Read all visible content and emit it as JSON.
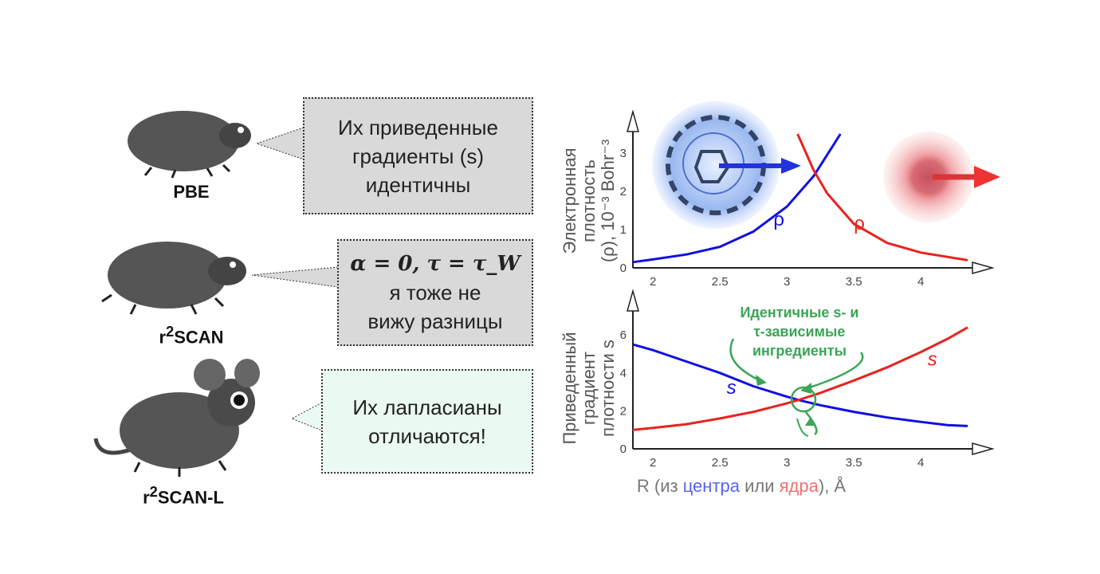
{
  "methods": [
    {
      "name": "PBE",
      "bubble": [
        "Их приведенные",
        "градиенты (s)",
        "идентичны"
      ]
    },
    {
      "name_base": "r",
      "name_sup": "2",
      "name_rest": "SCAN",
      "bubble": [
        "α = 0, τ = τ_W",
        "я тоже не",
        "вижу разницы"
      ]
    },
    {
      "name_base": "r",
      "name_sup": "2",
      "name_rest": "SCAN-L",
      "bubble": [
        "Их лапласианы",
        "отличаются!"
      ]
    }
  ],
  "colors": {
    "blue": "#1010e0",
    "red": "#e8231e",
    "green": "#3aa556",
    "bubble_gray": "#d9d9d9",
    "bubble_green": "#ebfaf0"
  },
  "chart_data": [
    {
      "type": "line",
      "ylabel": [
        "Электронная",
        "плотность",
        "(ρ), 10⁻³ Bohr⁻³"
      ],
      "xlim": [
        1.85,
        4.4
      ],
      "ylim": [
        0,
        3.6
      ],
      "xticks": [
        "2",
        "2.5",
        "3",
        "3.5",
        "4"
      ],
      "yticks": [
        "0",
        "1",
        "2",
        "3"
      ],
      "series": [
        {
          "name": "ρ (центр)",
          "label": "ρ",
          "color": "#1010e0",
          "x": [
            1.85,
            2.0,
            2.25,
            2.5,
            2.75,
            3.0,
            3.2,
            3.4
          ],
          "y": [
            0.15,
            0.22,
            0.35,
            0.55,
            0.95,
            1.6,
            2.4,
            3.5
          ]
        },
        {
          "name": "ρ (ядро)",
          "label": "ρ",
          "color": "#e8231e",
          "x": [
            3.08,
            3.2,
            3.3,
            3.5,
            3.75,
            4.0,
            4.35
          ],
          "y": [
            3.5,
            2.55,
            1.95,
            1.15,
            0.65,
            0.4,
            0.2
          ]
        }
      ]
    },
    {
      "type": "line",
      "ylabel": [
        "Приведенный",
        "градиент",
        "плотности s"
      ],
      "xlabel_parts": [
        "R (из ",
        "центра",
        " или ",
        "ядра",
        "), Å"
      ],
      "xlim": [
        1.85,
        4.4
      ],
      "ylim": [
        0,
        7
      ],
      "xticks": [
        "2",
        "2.5",
        "3",
        "3.5",
        "4"
      ],
      "yticks": [
        "0",
        "2",
        "4",
        "6"
      ],
      "series": [
        {
          "name": "s (центр)",
          "label": "s",
          "color": "#1010e0",
          "x": [
            1.85,
            2.0,
            2.25,
            2.5,
            2.75,
            3.0,
            3.1,
            3.25,
            3.5,
            3.75,
            4.0,
            4.2,
            4.35
          ],
          "y": [
            5.5,
            5.2,
            4.6,
            4.0,
            3.3,
            2.75,
            2.55,
            2.3,
            1.95,
            1.65,
            1.42,
            1.25,
            1.2
          ]
        },
        {
          "name": "s (ядро)",
          "label": "s",
          "color": "#e8231e",
          "x": [
            1.85,
            2.0,
            2.25,
            2.5,
            2.75,
            3.0,
            3.1,
            3.25,
            3.5,
            3.75,
            4.0,
            4.2,
            4.35
          ],
          "y": [
            1.0,
            1.1,
            1.3,
            1.6,
            1.95,
            2.4,
            2.6,
            2.95,
            3.6,
            4.3,
            5.1,
            5.8,
            6.4
          ]
        }
      ],
      "annotation": [
        "Идентичные s- и",
        "τ-зависимые",
        "ингредиенты"
      ]
    }
  ]
}
